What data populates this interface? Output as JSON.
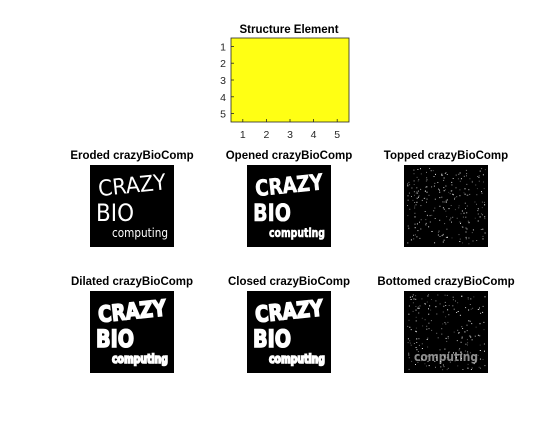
{
  "structure_element": {
    "title": "Structure Element",
    "x_ticks": [
      "1",
      "2",
      "3",
      "4",
      "5"
    ],
    "y_ticks": [
      "1",
      "2",
      "3",
      "4",
      "5"
    ],
    "fill_color": "#ffff14",
    "matrix_size": [
      5,
      5
    ]
  },
  "panels": [
    {
      "title": "Eroded crazyBioComp",
      "word1": "CRAZY",
      "word2": "BIO",
      "word3": "computing",
      "style": "eroded"
    },
    {
      "title": "Opened crazyBioComp",
      "word1": "CRAZY",
      "word2": "BIO",
      "word3": "computing",
      "style": "opened"
    },
    {
      "title": "Topped crazyBioComp",
      "word1": "",
      "word2": "",
      "word3": "",
      "style": "topped"
    },
    {
      "title": "Dilated crazyBioComp",
      "word1": "CRAZY",
      "word2": "BIO",
      "word3": "computing",
      "style": "dilated"
    },
    {
      "title": "Closed crazyBioComp",
      "word1": "CRAZY",
      "word2": "BIO",
      "word3": "computing",
      "style": "closed"
    },
    {
      "title": "Bottomed crazyBioComp",
      "word1": "",
      "word2": "",
      "word3": "computing",
      "style": "bottomed"
    }
  ],
  "colors": {
    "image_background": "#000000",
    "image_foreground": "#ffffff",
    "figure_background": "#ffffff"
  }
}
